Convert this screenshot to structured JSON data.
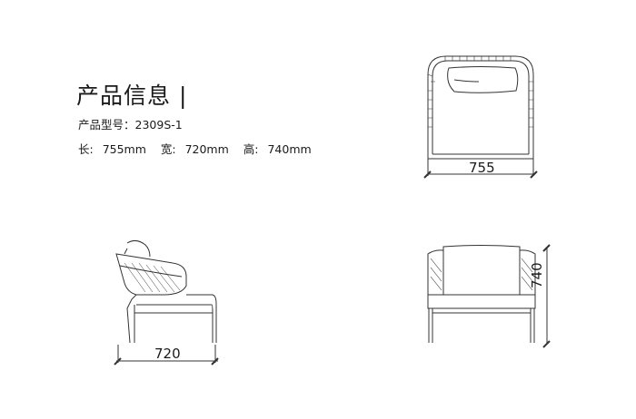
{
  "info": {
    "title": "产品信息 |",
    "model_label": "产品型号：",
    "model_value": "2309S-1",
    "dims": [
      {
        "label": "长: ",
        "value": "755mm"
      },
      {
        "label": "宽: ",
        "value": "720mm"
      },
      {
        "label": "高: ",
        "value": "740mm"
      }
    ]
  },
  "drawings": {
    "top_view": {
      "dimension": "755"
    },
    "side_view": {
      "dimension": "720"
    },
    "front_view": {
      "dimension": "740"
    }
  },
  "colors": {
    "line": "#333333",
    "background": "#ffffff"
  }
}
